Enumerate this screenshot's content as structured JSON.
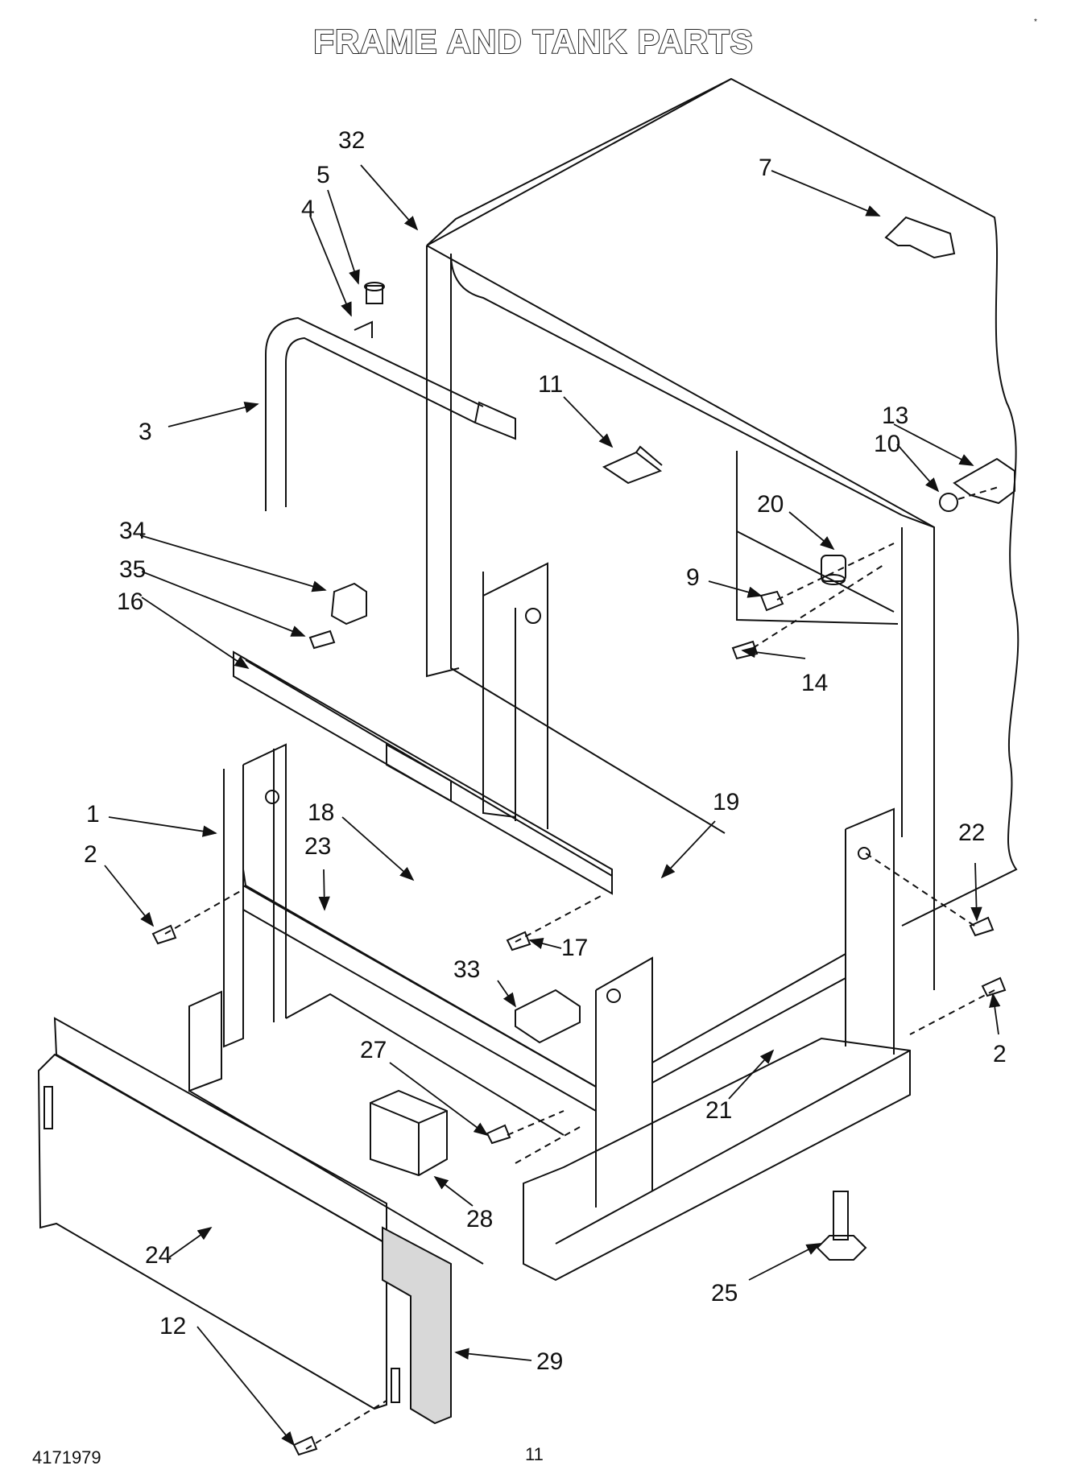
{
  "title": "FRAME AND TANK PARTS",
  "corner_mark": "*",
  "callouts": {
    "c1": "1",
    "c2a": "2",
    "c2b": "2",
    "c3": "3",
    "c4": "4",
    "c5": "5",
    "c7": "7",
    "c9": "9",
    "c10": "10",
    "c11": "11",
    "c12": "12",
    "c13": "13",
    "c14": "14",
    "c16": "16",
    "c17": "17",
    "c18": "18",
    "c19": "19",
    "c20": "20",
    "c21": "21",
    "c22": "22",
    "c23": "23",
    "c24": "24",
    "c25": "25",
    "c27": "27",
    "c28": "28",
    "c29": "29",
    "c32": "32",
    "c33": "33",
    "c34": "34",
    "c35": "35"
  },
  "footer": {
    "part_number": "4171979",
    "page_number": "11"
  }
}
